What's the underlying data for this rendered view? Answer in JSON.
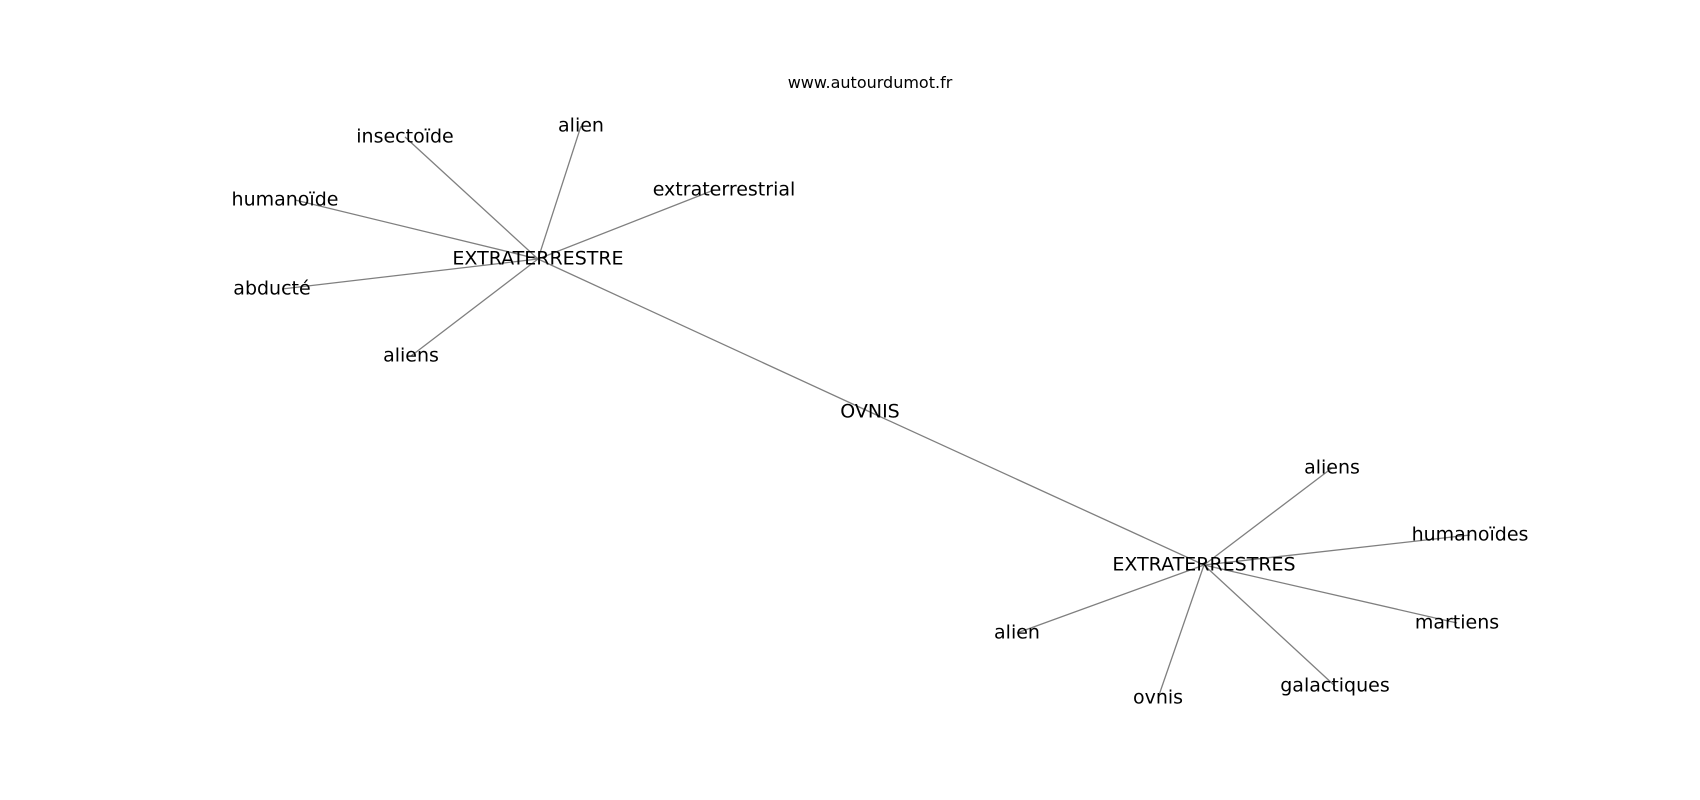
{
  "source": "www.autourdumot.fr",
  "colors": {
    "edge": "#7f7f7f",
    "text": "#000000",
    "background": "#ffffff"
  },
  "nodes": [
    {
      "id": "center",
      "label": "OVNIS"
    },
    {
      "id": "hub1",
      "label": "EXTRATERRESTRE"
    },
    {
      "id": "hub2",
      "label": "EXTRATERRESTRES"
    },
    {
      "id": "h1-alien",
      "label": "alien"
    },
    {
      "id": "h1-insectoide",
      "label": "insectoïde"
    },
    {
      "id": "h1-extraterrestrial",
      "label": "extraterrestrial"
    },
    {
      "id": "h1-humanoide",
      "label": "humanoïde"
    },
    {
      "id": "h1-abducte",
      "label": "abducté"
    },
    {
      "id": "h1-aliens",
      "label": "aliens"
    },
    {
      "id": "h2-aliens",
      "label": "aliens"
    },
    {
      "id": "h2-humanoides",
      "label": "humanoïdes"
    },
    {
      "id": "h2-martiens",
      "label": "martiens"
    },
    {
      "id": "h2-galactiques",
      "label": "galactiques"
    },
    {
      "id": "h2-ovnis",
      "label": "ovnis"
    },
    {
      "id": "h2-alien",
      "label": "alien"
    }
  ],
  "edges": [
    [
      "center",
      "hub1"
    ],
    [
      "center",
      "hub2"
    ],
    [
      "hub1",
      "h1-alien"
    ],
    [
      "hub1",
      "h1-insectoide"
    ],
    [
      "hub1",
      "h1-extraterrestrial"
    ],
    [
      "hub1",
      "h1-humanoide"
    ],
    [
      "hub1",
      "h1-abducte"
    ],
    [
      "hub1",
      "h1-aliens"
    ],
    [
      "hub2",
      "h2-aliens"
    ],
    [
      "hub2",
      "h2-humanoides"
    ],
    [
      "hub2",
      "h2-martiens"
    ],
    [
      "hub2",
      "h2-galactiques"
    ],
    [
      "hub2",
      "h2-ovnis"
    ],
    [
      "hub2",
      "h2-alien"
    ]
  ]
}
